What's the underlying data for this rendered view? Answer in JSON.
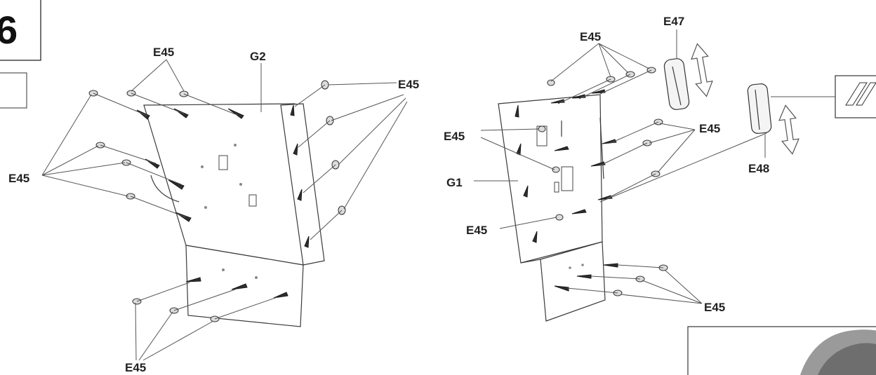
{
  "step_number": "6",
  "labels": {
    "e45": "E45",
    "g2": "G2",
    "g1": "G1",
    "e47": "E47",
    "e48": "E48"
  }
}
